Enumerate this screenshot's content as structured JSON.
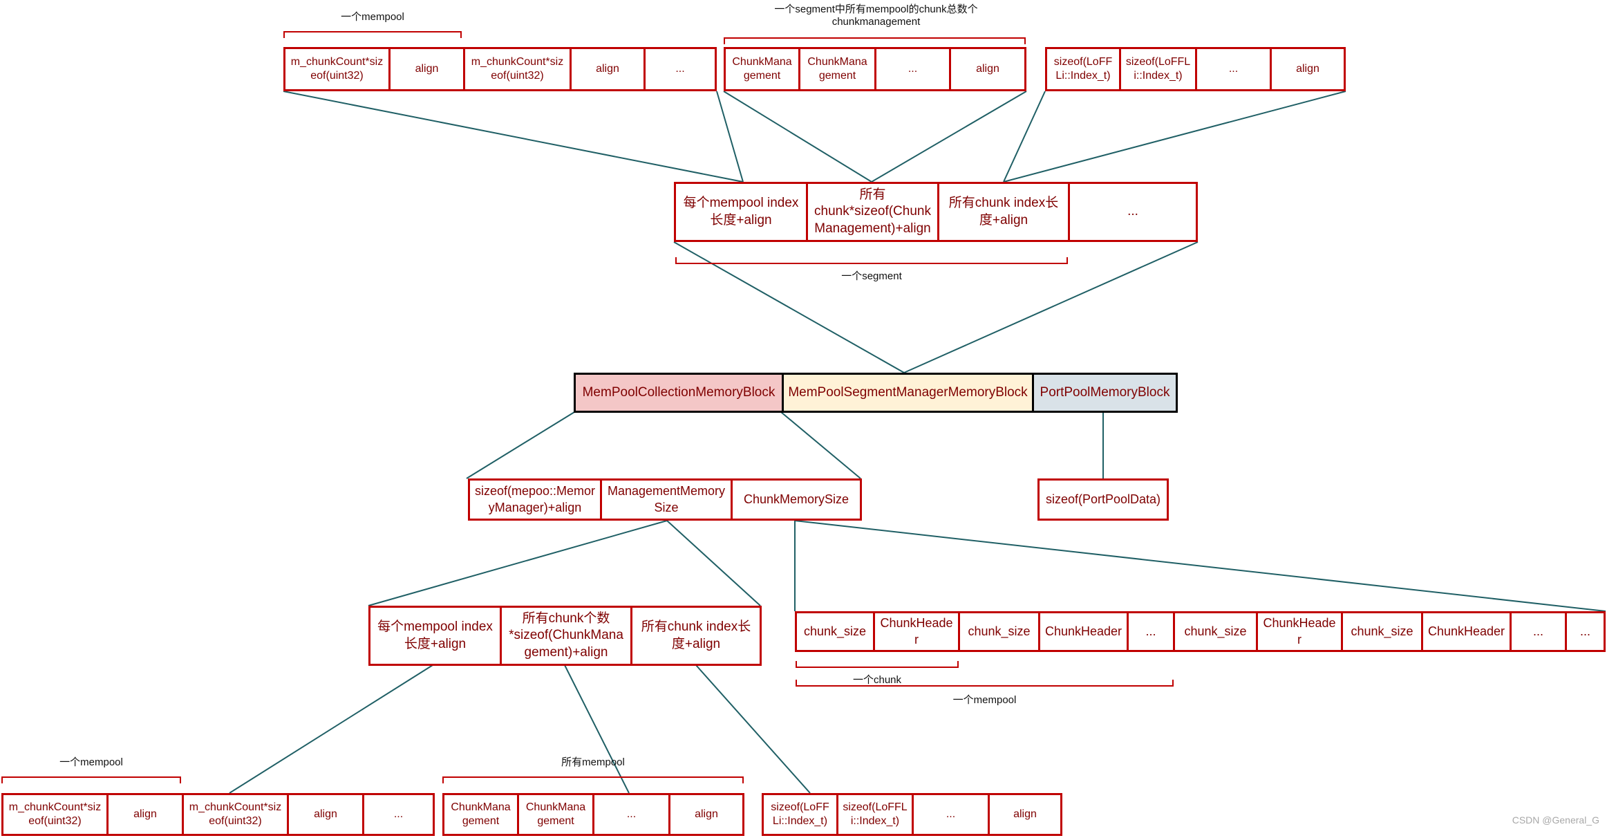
{
  "colors": {
    "box_border": "#c00000",
    "box_text": "#7f0000",
    "connector": "#1f5f65",
    "mempool_collection_fill": "#f4c7c7",
    "segment_manager_fill": "#fff2d7",
    "portpool_fill": "#d9e2e8",
    "top_block_border": "#000000"
  },
  "labels": {
    "top_mempool": "一个mempool",
    "top_chunkmanagement": "一个segment中所有mempool的chunk总数个chunkmanagement",
    "segment": "一个segment",
    "chunk": "一个chunk",
    "chunk_mempool": "一个mempool",
    "bottom_mempool": "一个mempool",
    "bottom_all_mempool": "所有mempool"
  },
  "diagram": {
    "top_count_row": {
      "cells": [
        "m_chunkCount*sizeof(uint32)",
        "align",
        "m_chunkCount*sizeof(uint32)",
        "align",
        "..."
      ]
    },
    "top_chunkmgmt_row": {
      "cells": [
        "ChunkManagement",
        "ChunkManagement",
        "...",
        "align"
      ]
    },
    "top_index_row": {
      "cells": [
        "sizeof(LoFFLi::Index_t)",
        "sizeof(LoFFLi::Index_t)",
        "...",
        "align"
      ]
    },
    "segment_row": {
      "cells": [
        "每个mempool index长度+align",
        "所有chunk*sizeof(ChunkManagement)+align",
        "所有chunk index长度+align",
        "..."
      ]
    },
    "memory_blocks": {
      "mempool_collection": "MemPoolCollectionMemoryBlock",
      "segment_manager": "MemPoolSegmentManagerMemoryBlock",
      "portpool": "PortPoolMemoryBlock"
    },
    "collection_row": {
      "cells": [
        "sizeof(mepoo::MemoryManager)+align",
        "ManagementMemorySize",
        "ChunkMemorySize"
      ]
    },
    "portpool_row": {
      "cells": [
        "sizeof(PortPoolData)"
      ]
    },
    "management_row": {
      "cells": [
        "每个mempool index长度+align",
        "所有chunk个数*sizeof(ChunkManagement)+align",
        "所有chunk index长度+align"
      ]
    },
    "chunk_memory_row": {
      "cells": [
        "chunk_size",
        "ChunkHeader",
        "chunk_size",
        "ChunkHeader",
        "...",
        "chunk_size",
        "ChunkHeader",
        "chunk_size",
        "ChunkHeader",
        "...",
        "..."
      ]
    },
    "bottom_count_row": {
      "cells": [
        "m_chunkCount*sizeof(uint32)",
        "align",
        "m_chunkCount*sizeof(uint32)",
        "align",
        "..."
      ]
    },
    "bottom_chunkmgmt_row": {
      "cells": [
        "ChunkManagement",
        "ChunkManagement",
        "...",
        "align"
      ]
    },
    "bottom_index_row": {
      "cells": [
        "sizeof(LoFFLi::Index_t)",
        "sizeof(LoFFLi::Index_t)",
        "...",
        "align"
      ]
    }
  },
  "watermark": "CSDN @General_G"
}
